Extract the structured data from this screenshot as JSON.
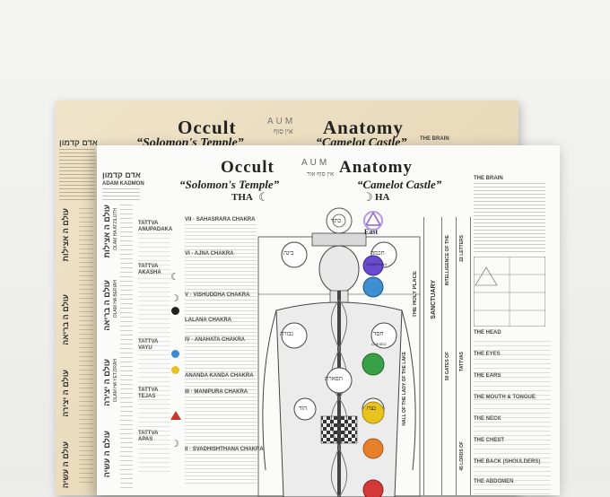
{
  "back_poster": {
    "title_left": "Occult",
    "title_right": "Anatomy",
    "sub_left": "“Solomon's Temple”",
    "sub_right": "“Camelot Castle”",
    "aum": "AUM",
    "ain_sof": "אין סוף",
    "brain_label": "THE BRAIN",
    "adam_kadmon": "אדם קדמון",
    "olam_1": "עולם ה אצילות",
    "olam_2": "עולם ה בריאה",
    "olam_3": "עולם ה יצירה",
    "olam_4": "עולם ה עשיה"
  },
  "front_poster": {
    "title_left": "Occult",
    "title_right": "Anatomy",
    "sub_left": "“Solomon's Temple”",
    "sub_right": "“Camelot Castle”",
    "tha": "THA",
    "ha": "HA",
    "aum": "AUM",
    "ain_sof_aur": "אין סוף אור",
    "adam_kadmon_heb": "אדם קדמון",
    "adam_kadmon": "ADAM KADMON",
    "east": "East",
    "the_brain": "THE BRAIN",
    "the_head": "THE HEAD",
    "the_eyes": "THE EYES",
    "the_ears": "THE EARS",
    "the_mouth": "THE MOUTH & TONGUE",
    "the_neck": "THE NECK",
    "the_chest": "THE CHEST",
    "the_back": "THE BACK (SHOULDERS)",
    "the_abdomen": "THE ABDOMEN",
    "holy_place": "THE HOLY PLACE",
    "sanctuary": "SANCTUARY",
    "hall": "HALL OF THE LADY OF THE LAKE",
    "olam_atziluth": "עולם ה אצילות",
    "olam_beriah": "עולם ה בריאה",
    "olam_yetzirah": "עולם ה יצירה",
    "olam_assiah": "עולם ה עשיה",
    "olam_atziluth_lat": "OLAM HA ATZILUTH",
    "olam_beriah_lat": "OLAM HA BERIAH",
    "olam_yetzirah_lat": "OLAM HA YETZIRAH",
    "tattvas": [
      {
        "name": "TATTVA",
        "sub": "ANUPADAKA"
      },
      {
        "name": "TATTVA",
        "sub": "AKASHA"
      },
      {
        "name": "TATTVA",
        "sub": "VAYU"
      },
      {
        "name": "TATTVA",
        "sub": "TEJAS"
      },
      {
        "name": "TATTVA",
        "sub": "APAS"
      }
    ],
    "chakra_rows": [
      {
        "num": "VII",
        "name": "SAHASRARA CHAKRA"
      },
      {
        "num": "VI",
        "name": "AJNA CHAKRA"
      },
      {
        "num": "V",
        "name": "VISHUDDHA CHAKRA"
      },
      {
        "num": "",
        "name": "LALANA CHAKRA"
      },
      {
        "num": "IV",
        "name": "ANAHATA CHAKRA"
      },
      {
        "num": "",
        "name": "ANANDA KANDA CHAKRA"
      },
      {
        "num": "III",
        "name": "MANIPURA CHAKRA"
      },
      {
        "num": "II",
        "name": "SVADHISHTHANA CHAKRA"
      }
    ],
    "sephiroth": {
      "kether": "כתר",
      "chokmah": "חכמה",
      "binah": "בינה",
      "chesed": "חסד",
      "geburah": "גבורה",
      "tiphareth": "תפארת",
      "netzach": "נצח",
      "hod": "הוד",
      "chokmah_lat": "CHOKHMAH",
      "chesed_lat": "CHESED"
    },
    "columns": [
      "INTELLIGENCE OF THE",
      "50 GATES OF",
      "22 LETTERS",
      "TATTVAS",
      "45 LORDS OF"
    ]
  },
  "colors": {
    "wall": "#ededeb",
    "back_paper": "#e8d9b9",
    "front_paper": "#fbfbf9",
    "crown": "#8e5fc7",
    "third_eye": "#4b3fb0",
    "throat": "#3e8fd0",
    "heart": "#3aa048",
    "solar": "#e8c21e",
    "sacral": "#e6812a",
    "root": "#d23a3a"
  }
}
